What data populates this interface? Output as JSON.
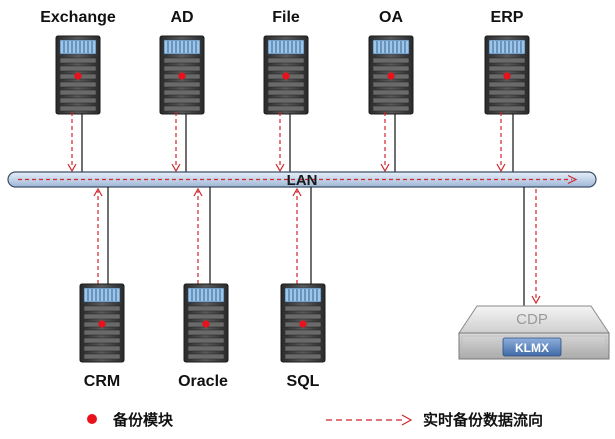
{
  "servers_top": [
    {
      "label": "Exchange"
    },
    {
      "label": "AD"
    },
    {
      "label": "File"
    },
    {
      "label": "OA"
    },
    {
      "label": "ERP"
    }
  ],
  "servers_bottom": [
    {
      "label": "CRM"
    },
    {
      "label": "Oracle"
    },
    {
      "label": "SQL"
    }
  ],
  "network": {
    "label": "LAN"
  },
  "storage": {
    "label": "CDP",
    "badge": "KLMX"
  },
  "legend": {
    "module_label": "备份模块",
    "flow_label": "实时备份数据流向"
  },
  "colors": {
    "backup_dot": "#e8121c",
    "flow_line": "#d0262c",
    "lan_fill": "#c8d8ec",
    "lan_stroke": "#3d4f66",
    "server_body": "#3c3c3c",
    "badge_fill": "#5a7fb3"
  }
}
